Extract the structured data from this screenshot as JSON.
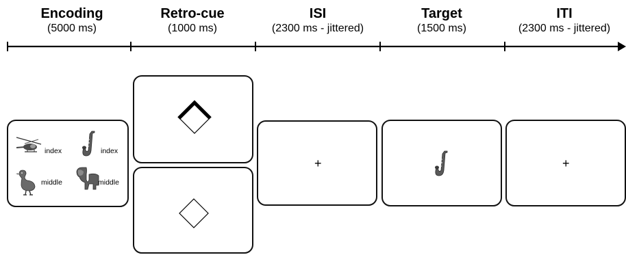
{
  "phases": [
    {
      "name": "Encoding",
      "duration": "(5000 ms)"
    },
    {
      "name": "Retro-cue",
      "duration": "(1000 ms)"
    },
    {
      "name": "ISI",
      "duration": "(2300 ms - jittered)"
    },
    {
      "name": "Target",
      "duration": "(1500 ms)"
    },
    {
      "name": "ITI",
      "duration": "(2300 ms - jittered)"
    }
  ],
  "encoding": {
    "items": [
      {
        "icon": "helicopter-icon",
        "label": "index"
      },
      {
        "icon": "saxophone-icon",
        "label": "index"
      },
      {
        "icon": "duck-icon",
        "label": "middle"
      },
      {
        "icon": "elephant-icon",
        "label": "middle"
      }
    ]
  },
  "isi": {
    "fixation": "+"
  },
  "target": {
    "icon": "saxophone-icon"
  },
  "iti": {
    "fixation": "+"
  }
}
